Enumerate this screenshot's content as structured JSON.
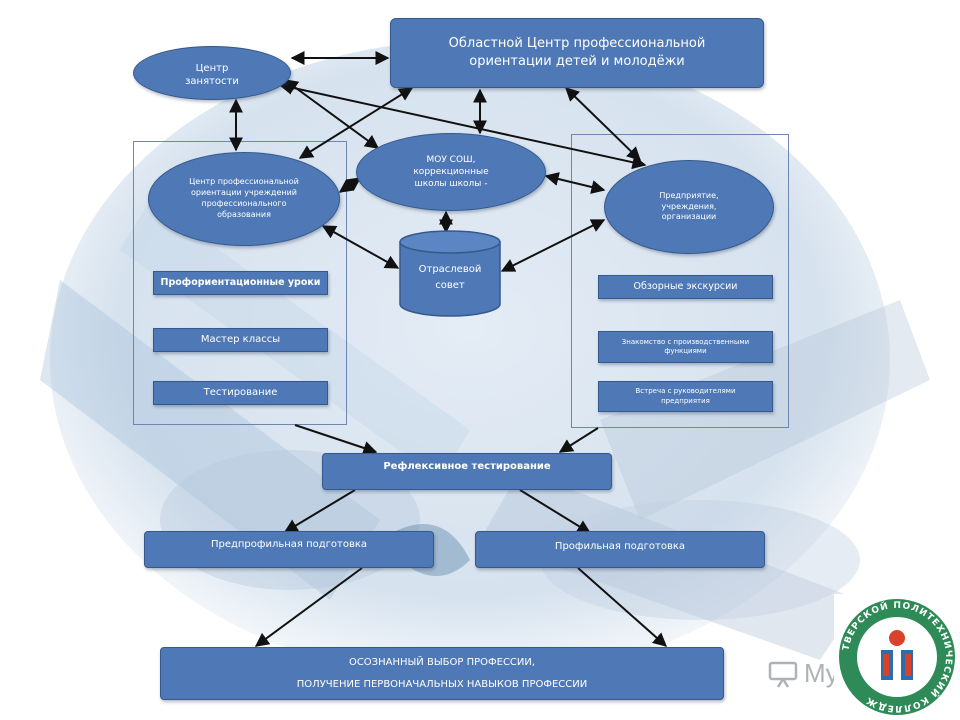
{
  "diagram": {
    "nodes": {
      "regional_center": "Областной Центр профессиональной ориентации детей и молодёжи",
      "employment_center": "Центр занятости",
      "prof_center": "Центр профессиональной ориентации учреждений профессионального образования",
      "mou": "МОУ СОШ, коррекционные школы школы -",
      "enterprise": "Предприятие, учреждения, организации",
      "branch_council": "Отраслевой совет",
      "lessons": "Профориентационные уроки",
      "master_classes": "Мастер классы",
      "testing": "Тестирование",
      "excursions": "Обзорные экскурсии",
      "acquaintance": "Знакомство с производственными функциями",
      "meeting": "Встреча с руководителями предприятия",
      "reflexive": "Рефлексивное тестирование",
      "preprofile": "Предпрофильная подготовка",
      "profile": "Профильная подготовка",
      "final_line1": "ОСОЗНАННЫЙ ВЫБОР ПРОФЕССИИ,",
      "final_line2": "ПОЛУЧЕНИЕ ПЕРВОНАЧАЛЬНЫХ НАВЫКОВ ПРОФЕССИИ"
    }
  },
  "watermark": {
    "text": "MyShared",
    "logo_ring_text": "ТВЕРСКОЙ ПОЛИТЕХНИЧЕСКИЙ КОЛЛЕДЖ"
  },
  "colors": {
    "box_fill": "#4f79b6",
    "box_border": "#35598c",
    "arrow": "#111111",
    "logo_green": "#2e8b57",
    "logo_red": "#d9412b"
  }
}
